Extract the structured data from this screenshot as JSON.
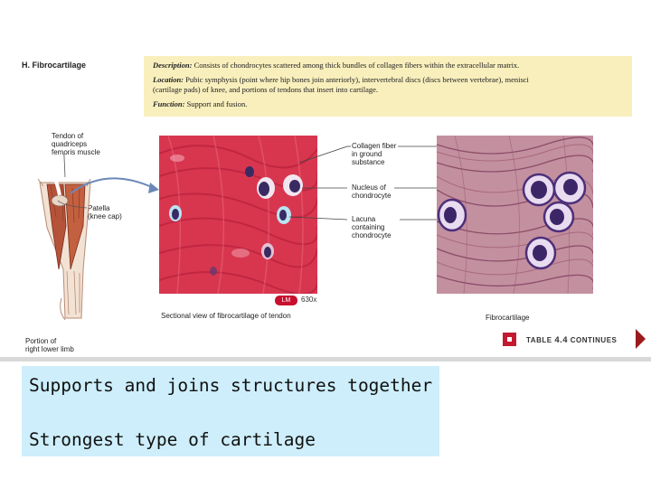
{
  "section_title": "H. Fibrocartilage",
  "description": {
    "desc_label": "Description:",
    "desc_text": " Consists of chondrocytes scattered among thick bundles of collagen fibers within the extracellular matrix.",
    "loc_label": "Location:",
    "loc_text_1": " Pubic symphysis (point where hip bones join anteriorly), intervertebral discs (discs between vertebrae), menisci",
    "loc_text_2": "(cartilage pads) of knee, and portions of tendons that insert into cartilage.",
    "func_label": "Function:",
    "func_text": " Support and fusion."
  },
  "limb_labels": {
    "tendon": [
      "Tendon of",
      "quadriceps",
      "femoris muscle"
    ],
    "patella": [
      "Patella",
      "(knee cap)"
    ],
    "portion": [
      "Portion of",
      "right lower limb"
    ]
  },
  "micro_labels": {
    "collagen": [
      "Collagen fiber",
      "in ground",
      "substance"
    ],
    "nucleus": [
      "Nucleus of",
      "chondrocyte"
    ],
    "lacuna": [
      "Lacuna",
      "containing",
      "chondrocyte"
    ]
  },
  "lm_badge": "LM",
  "magnification": "630x",
  "caption_left": "Sectional view of fibrocartilage of tendon",
  "caption_right": "Fibrocartilage",
  "table_word": "TABLE",
  "table_num": "4.4",
  "table_cont": "CONTINUES",
  "bottom_lines": [
    "Supports and joins structures together",
    "Strongest type of cartilage"
  ],
  "colors": {
    "desc_bg": "#f8efbd",
    "note_bg": "#cdeefa",
    "tissue": "#d8364f",
    "drawing": "#c3909f",
    "badge": "#c8102e"
  }
}
